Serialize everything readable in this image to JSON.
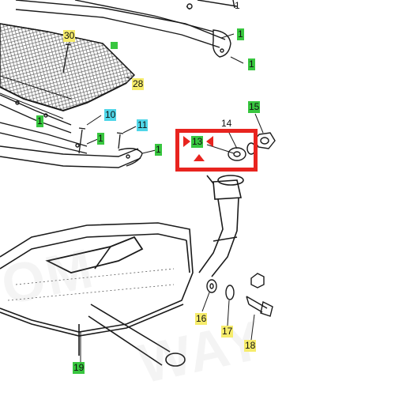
{
  "colors": {
    "callout_yellow": "#f6ec6b",
    "callout_green": "#38c63f",
    "callout_cyan": "#4fd6e8",
    "highlight_red": "#e8241f",
    "line": "#1a1a1a"
  },
  "watermark": {
    "text_a": "OM",
    "text_b": "WAY"
  },
  "callouts": [
    {
      "id": "c30",
      "label": "30",
      "color": "yellow"
    },
    {
      "id": "c28",
      "label": "28",
      "color": "yellow"
    },
    {
      "id": "c10",
      "label": "10",
      "color": "cyan"
    },
    {
      "id": "c11",
      "label": "11",
      "color": "cyan"
    },
    {
      "id": "c14",
      "label": "14",
      "color": "green"
    },
    {
      "id": "c15",
      "label": "15",
      "color": "green"
    },
    {
      "id": "c13",
      "label": "13",
      "color": "green"
    },
    {
      "id": "c16",
      "label": "16",
      "color": "yellow"
    },
    {
      "id": "c17",
      "label": "17",
      "color": "yellow"
    },
    {
      "id": "c18",
      "label": "18",
      "color": "yellow"
    },
    {
      "id": "c19",
      "label": "19",
      "color": "green"
    },
    {
      "id": "c1a",
      "label": "1",
      "color": "green"
    },
    {
      "id": "c1b",
      "label": "1",
      "color": "green"
    },
    {
      "id": "c1c",
      "label": "1",
      "color": "green"
    },
    {
      "id": "c1d",
      "label": "1",
      "color": "green"
    },
    {
      "id": "c1e",
      "label": "1",
      "color": "green"
    },
    {
      "id": "c1f",
      "label": "1",
      "color": "green"
    }
  ]
}
